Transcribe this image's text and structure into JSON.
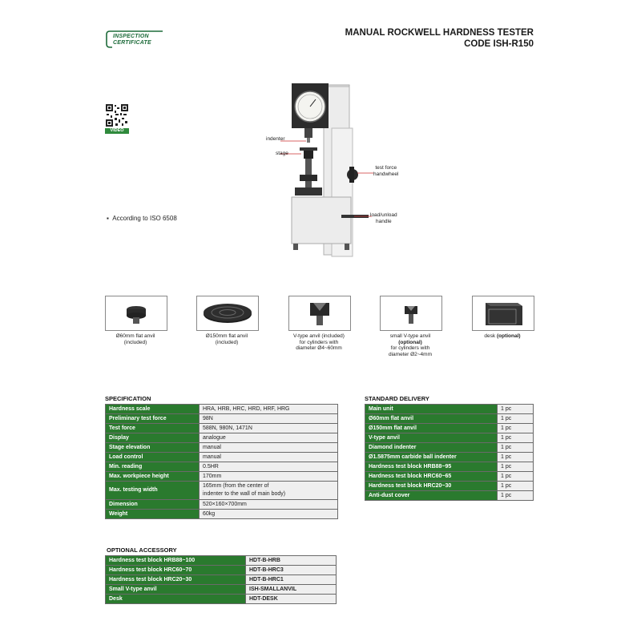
{
  "header": {
    "logo_line1": "INSPECTION",
    "logo_line2": "CERTIFICATE",
    "title_line1": "MANUAL ROCKWELL HARDNESS TESTER",
    "title_line2": "CODE ISH-R150"
  },
  "qr": {
    "video_label": "VIDEO"
  },
  "feature": "According to ISO 6508",
  "callouts": {
    "indenter": "indenter",
    "stage": "stage",
    "handwheel_l1": "test force",
    "handwheel_l2": "handwheel",
    "handle_l1": "load/unload",
    "handle_l2": "handle"
  },
  "accessories": [
    {
      "l1": "Ø60mm flat anvil",
      "l2": "(included)",
      "l3": ""
    },
    {
      "l1": "Ø150mm flat anvil",
      "l2": "(included)",
      "l3": ""
    },
    {
      "l1": "V-type anvil (included)",
      "l2": "for cylinders with",
      "l3": "diameter Ø4~60mm"
    },
    {
      "l1": "small V-type anvil",
      "l2": "(optional)",
      "l3": "for cylinders with",
      "l4": "diameter Ø2~4mm"
    },
    {
      "l1": "desk",
      "l2": "(optional)"
    }
  ],
  "specification": {
    "title": "SPECIFICATION",
    "rows": [
      {
        "k": "Hardness scale",
        "v": "HRA, HRB, HRC, HRD, HRF, HRG"
      },
      {
        "k": "Preliminary test force",
        "v": "98N"
      },
      {
        "k": "Test force",
        "v": "588N, 980N, 1471N"
      },
      {
        "k": "Display",
        "v": "analogue"
      },
      {
        "k": "Stage elevation",
        "v": "manual"
      },
      {
        "k": "Load control",
        "v": "manual"
      },
      {
        "k": "Min. reading",
        "v": "0.5HR"
      },
      {
        "k": "Max. workpiece height",
        "v": "170mm"
      },
      {
        "k": "Max. testing width",
        "v": "165mm (from the center of",
        "v2": "indenter to the wall of main body)"
      },
      {
        "k": "Dimension",
        "v": "520×160×700mm"
      },
      {
        "k": "Weight",
        "v": "60kg"
      }
    ]
  },
  "standard_delivery": {
    "title": "STANDARD DELIVERY",
    "rows": [
      {
        "k": "Main unit",
        "v": "1 pc"
      },
      {
        "k": "Ø60mm flat anvil",
        "v": "1 pc"
      },
      {
        "k": "Ø150mm flat anvil",
        "v": "1 pc"
      },
      {
        "k": "V-type anvil",
        "v": "1 pc"
      },
      {
        "k": "Diamond indenter",
        "v": "1 pc"
      },
      {
        "k": "Ø1.5875mm carbide ball indenter",
        "v": "1 pc"
      },
      {
        "k": "Hardness test block HRB88~95",
        "v": "1 pc"
      },
      {
        "k": "Hardness test block HRC60~65",
        "v": "1 pc"
      },
      {
        "k": "Hardness test block HRC20~30",
        "v": "1 pc"
      },
      {
        "k": "Anti-dust cover",
        "v": "1 pc"
      }
    ]
  },
  "optional_accessory": {
    "title": "OPTIONAL ACCESSORY",
    "rows": [
      {
        "k": "Hardness test block HRB88~100",
        "v": "HDT-B-HRB"
      },
      {
        "k": "Hardness test block HRC60~70",
        "v": "HDT-B-HRC3"
      },
      {
        "k": "Hardness test block HRC20~30",
        "v": "HDT-B-HRC1"
      },
      {
        "k": "Small V-type anvil",
        "v": "ISH-SMALLANVIL"
      },
      {
        "k": "Desk",
        "v": "HDT-DESK"
      }
    ]
  },
  "colors": {
    "green": "#2a7a2e",
    "cell": "#efefef",
    "logo": "#1d6b3a"
  }
}
